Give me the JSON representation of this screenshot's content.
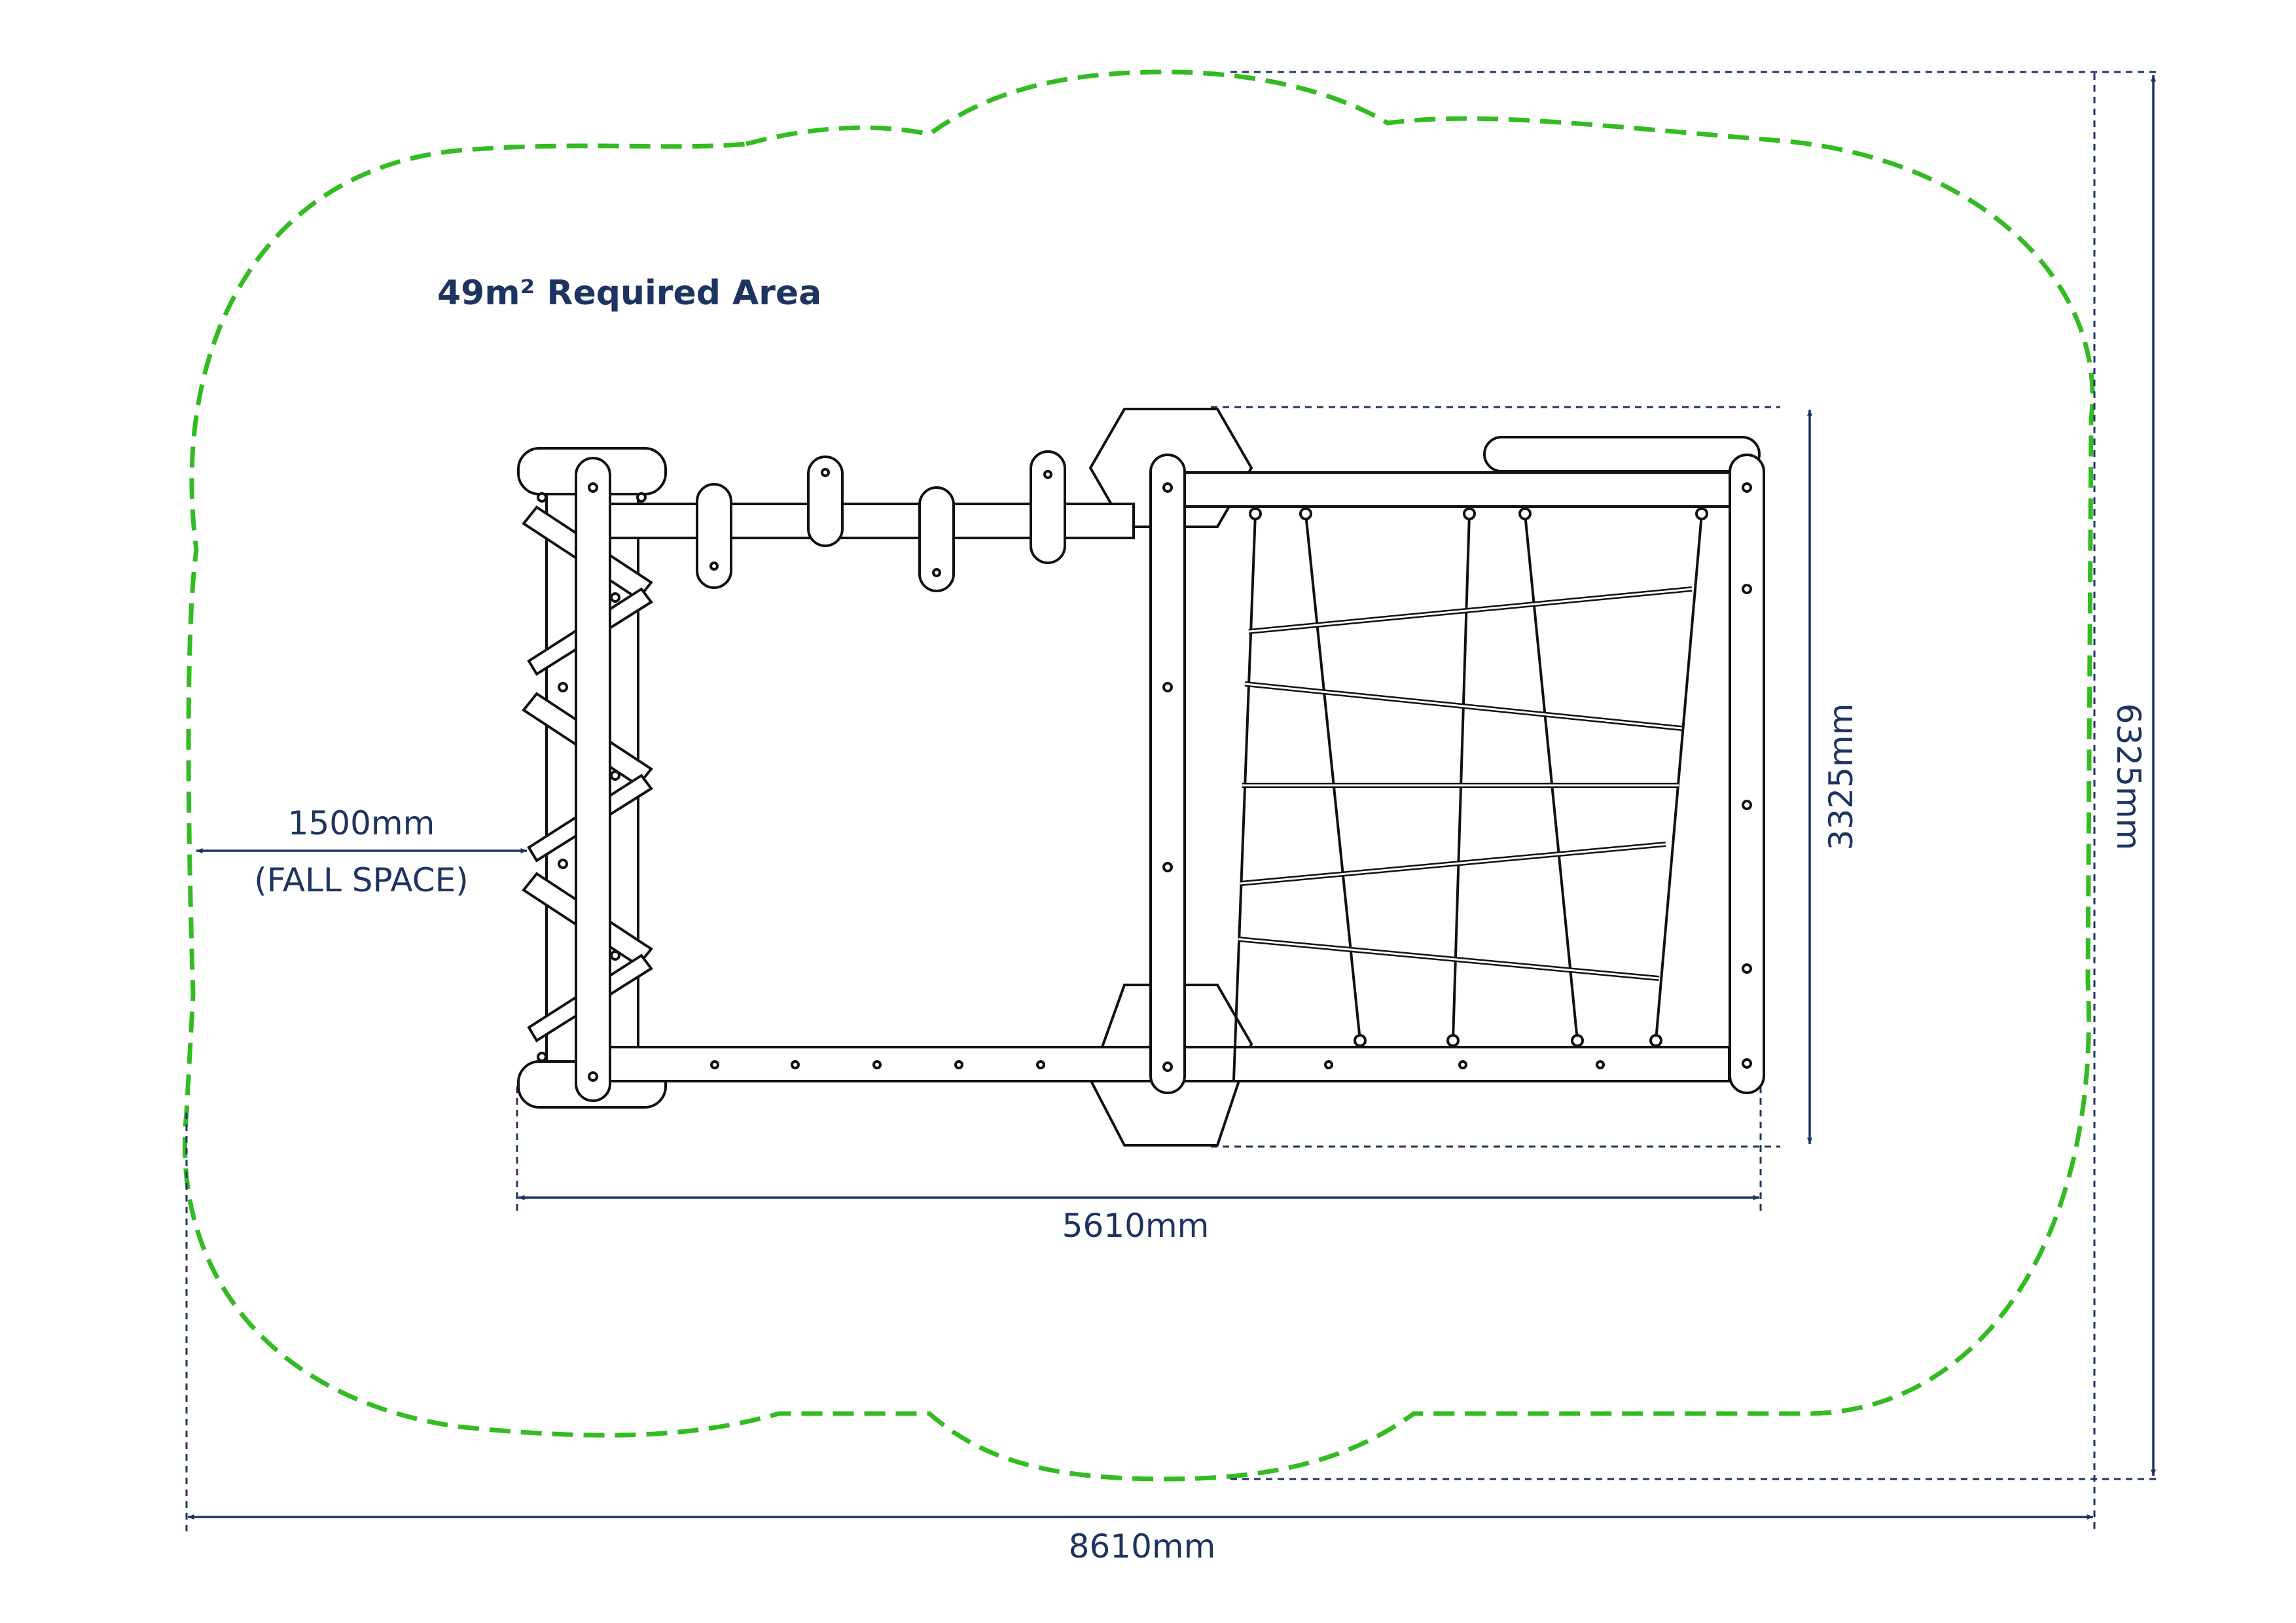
{
  "title": "49m² Required Area",
  "dimensions": {
    "overall_width": "8610mm",
    "overall_depth": "6325mm",
    "equipment_width": "5610mm",
    "equipment_depth": "3325mm",
    "fall_space_value": "1500mm",
    "fall_space_label": "(FALL SPACE)"
  },
  "colors": {
    "safety_zone": "#33bb22",
    "dimension_line": "#1d3461",
    "equipment_line": "#111111"
  }
}
